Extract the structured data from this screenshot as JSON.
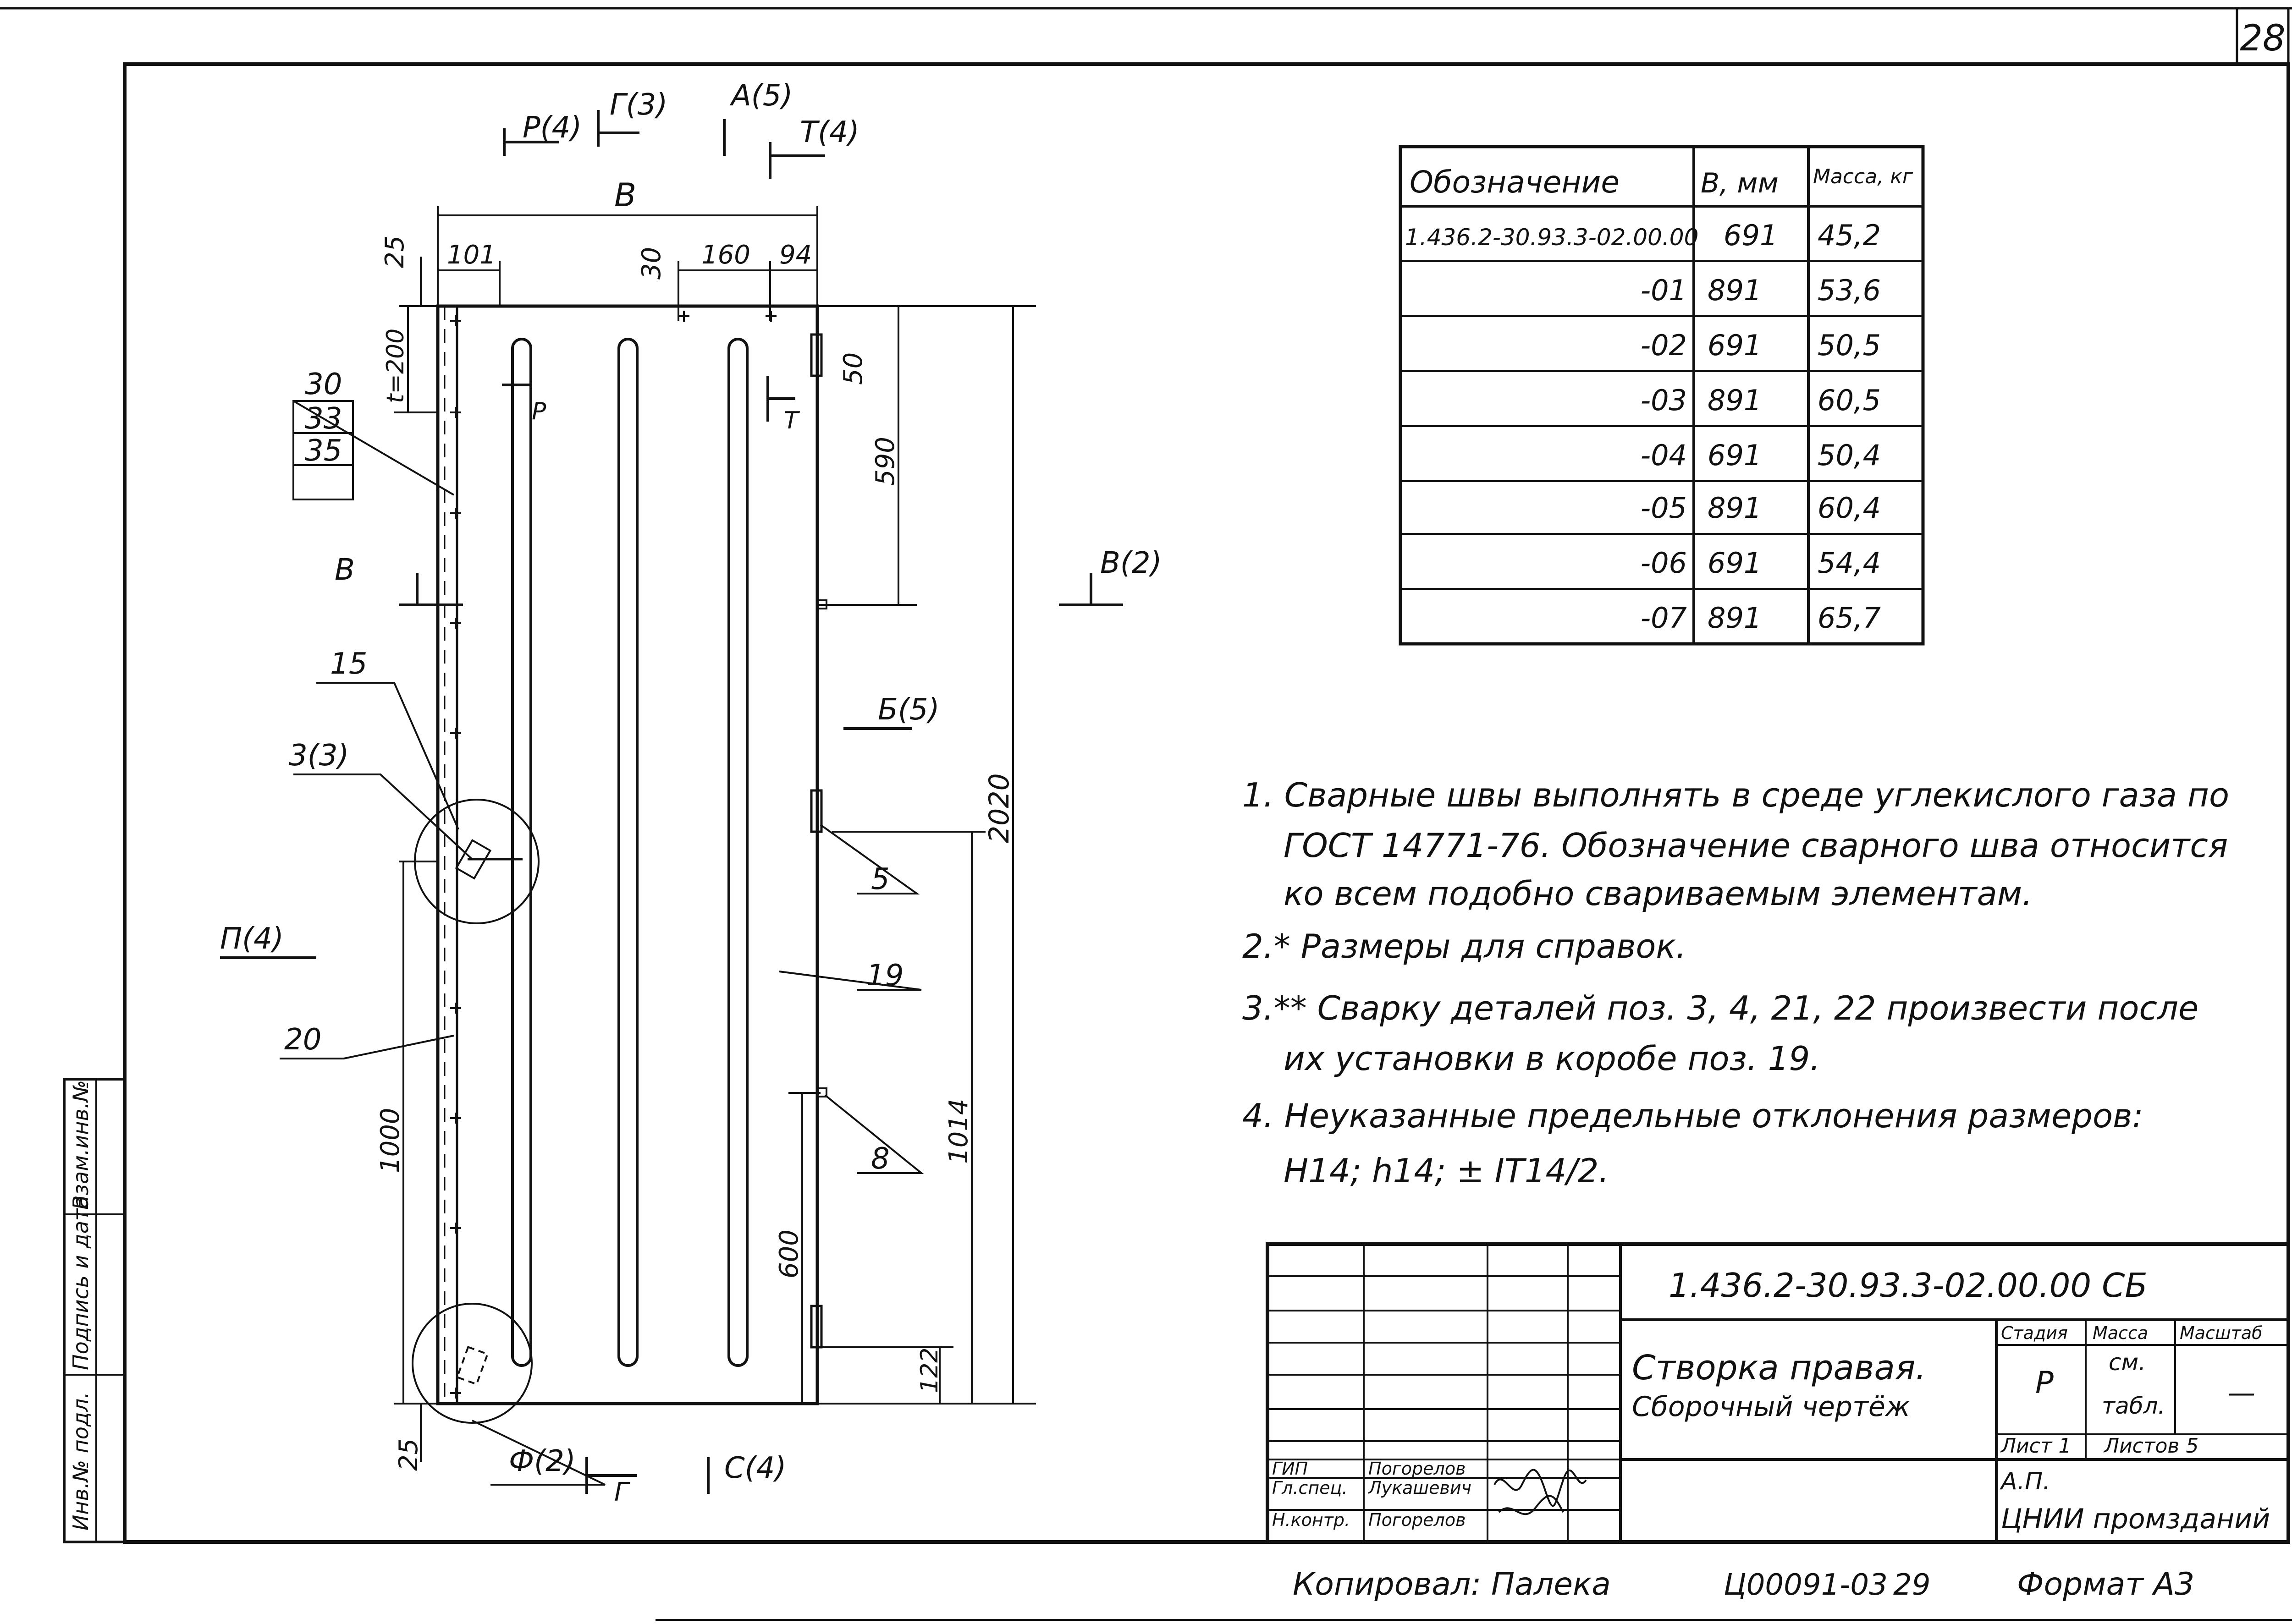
{
  "sheet_number": "28",
  "views": {
    "p": "Р(4)",
    "g": "Г(3)",
    "a": "А(5)",
    "t": "Т(4)",
    "v_left": "В",
    "v_right": "В(2)",
    "b": "Б(5)",
    "p_left": "П(4)",
    "f": "Ф(2)",
    "c": "С(4)",
    "g_bottom": "Г",
    "p_marker": "Р",
    "t_marker": "Т"
  },
  "dimensions": {
    "width_B": "В",
    "d25_top": "25",
    "d101": "101",
    "d30_top": "30",
    "d160": "160",
    "d94": "94",
    "d_t200": "t=200",
    "d50": "50",
    "d590": "590",
    "d2020": "2020",
    "d1014": "1014",
    "d1000": "1000",
    "d600": "600",
    "d122": "122",
    "d25_bottom": "25"
  },
  "callouts": {
    "p30": "30",
    "p33": "33",
    "p35": "35",
    "p15": "15",
    "p3": "3(3)",
    "p20": "20",
    "p5": "5",
    "p19": "19",
    "p8": "8"
  },
  "spec_table": {
    "headers": [
      "Обозначение",
      "В, мм",
      "Масса, кг"
    ],
    "rows": [
      [
        "1.436.2-30.93.3-02.00.00",
        "691",
        "45,2"
      ],
      [
        "-01",
        "891",
        "53,6"
      ],
      [
        "-02",
        "691",
        "50,5"
      ],
      [
        "-03",
        "891",
        "60,5"
      ],
      [
        "-04",
        "691",
        "50,4"
      ],
      [
        "-05",
        "891",
        "60,4"
      ],
      [
        "-06",
        "691",
        "54,4"
      ],
      [
        "-07",
        "891",
        "65,7"
      ]
    ]
  },
  "notes": [
    "1. Сварные швы выполнять в среде углекислого газа по",
    "ГОСТ 14771-76. Обозначение сварного шва относится",
    "ко всем подобно свариваемым элементам.",
    "2.* Размеры для справок.",
    "3.** Сварку деталей поз. 3, 4, 21, 22 произвести после",
    "их установки в коробе поз. 19.",
    "4. Неуказанные предельные отклонения размеров:",
    "Н14; h14; ± IT14/2."
  ],
  "title_block": {
    "doc_code": "1.436.2-30.93.3-02.00.00 СБ",
    "title_line1": "Створка правая.",
    "title_line2": "Сборочный чертёж",
    "stage_label": "Стадия",
    "mass_label": "Масса",
    "scale_label": "Масштаб",
    "stage_value": "Р",
    "mass_value_1": "см.",
    "mass_value_2": "табл.",
    "scale_value": "—",
    "sheet_label": "Лист 1",
    "sheets_label": "Листов 5",
    "org_line1": "А.П.",
    "org_line2": "ЦНИИ промзданий",
    "people": [
      {
        "role": "ГИП",
        "name": "Погорелов"
      },
      {
        "role": "Гл.спец.",
        "name": "Лукашевич"
      },
      {
        "role": "Н.контр.",
        "name": "Погорелов"
      }
    ]
  },
  "side_stamp": [
    "Инв.№ подл.",
    "Подпись и дата",
    "Взам.инв.№"
  ],
  "footer": {
    "copied": "Копировал: Палека",
    "code": "Ц00091-03",
    "page": "29",
    "format": "Формат А3"
  }
}
